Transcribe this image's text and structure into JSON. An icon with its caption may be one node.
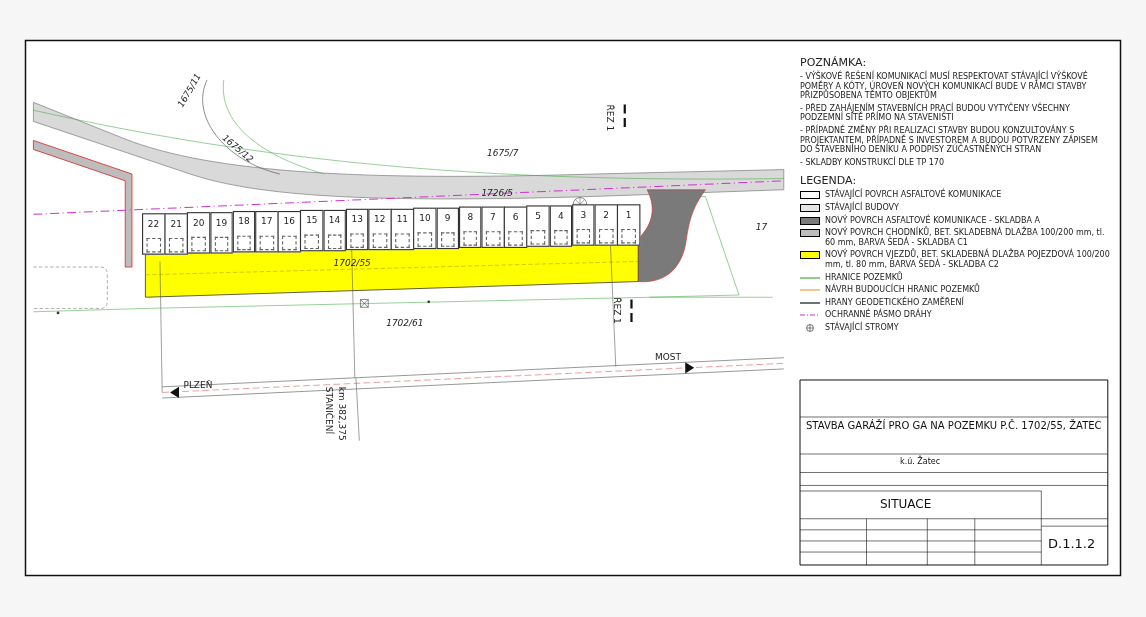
{
  "diagram": {
    "nodes": [
      {
        "text": [
          "22"
        ]
      },
      {
        "text": [
          "21"
        ]
      },
      {
        "text": [
          "20"
        ]
      },
      {
        "text": [
          "19"
        ]
      },
      {
        "text": [
          "18"
        ]
      },
      {
        "text": [
          "17"
        ]
      },
      {
        "text": [
          "16"
        ]
      },
      {
        "text": [
          "15"
        ]
      },
      {
        "text": [
          "14"
        ]
      },
      {
        "text": [
          "13"
        ]
      },
      {
        "text": [
          "12"
        ]
      },
      {
        "text": [
          "11"
        ]
      },
      {
        "text": [
          "10"
        ]
      },
      {
        "text": [
          "9"
        ]
      },
      {
        "text": [
          "8"
        ]
      },
      {
        "text": [
          "7"
        ]
      },
      {
        "text": [
          "6"
        ]
      },
      {
        "text": [
          "5"
        ]
      },
      {
        "text": [
          "4"
        ]
      },
      {
        "text": [
          "3"
        ]
      },
      {
        "text": [
          "2"
        ]
      },
      {
        "text": [
          "1"
        ]
      }
    ],
    "labels": [
      "1675/11",
      "ŘEZ 1",
      "1675/12",
      "1675/7",
      "1726/5",
      "17",
      "1702/55",
      "ŘEZ 1",
      "1702/61",
      "MOST",
      "PLZEŇ",
      "km 382,375",
      "STANIČENÍ",
      "POZNÁMKA:",
      "- VÝŠKOVÉ ŘEŠENÍ KOMUNIKACÍ MUSÍ RESPEKTOVAT STÁVAJÍCÍ VÝŠKOVÉ POMĚRY A KÓTY, ÚROVEŇ NOVÝCH KOMUNIKACÍ BUDE V RÁMCI STAVBY PŘIZPŮSOBENA TĚMTO OBJEKTŮM",
      "- PŘED ZAHÁJENÍM STAVEBNÍCH PRACÍ BUDOU VYTYČENY VŠECHNY PODZEMNÍ SÍTĚ PŘÍMO NA STAVENIŠTI",
      "- PŘÍPADNÉ ZMĚNY PŘI REALIZACI STAVBY BUDOU KONZULTOVÁNY S PROJEKTANTEM, PŘÍPADNĚ S INVESTOREM A BUDOU POTVRZENY ZÁPISEM DO STAVEBNÍHO DENÍKU A PODPISY ZÚČASTNĚNÝCH STRAN",
      "- SKLADBY KONSTRUKCÍ DLE TP 170",
      "LEGENDA:",
      "STAVBA GARÁŽÍ PRO GA NA POZEMKU P.Č. 1702/55, ŽATEC",
      "k.ú. Žatec",
      "SITUACE",
      "D.1.1.2"
    ],
    "legend": [
      {
        "text": "STÁVAJÍCÍ POVRCH ASFALTOVÉ KOMUNIKACE",
        "color": "#ffffff"
      },
      {
        "text": "STÁVAJÍCÍ BUDOVY",
        "color": "#e6e6e6"
      },
      {
        "text": "NOVÝ POVRCH ASFALTOVÉ KOMUNIKACE - SKLADBA A",
        "color": "#7a7a7a"
      },
      {
        "text": "NOVÝ POVRCH CHODNÍKŮ, BET. SKLADEBNÁ DLAŽBA 100/200 mm, tl. 60 mm, BARVA ŠEDÁ - SKLADBA C1",
        "color": "#bdbdbd"
      },
      {
        "text": "NOVÝ POVRCH VJEZDŮ, BET. SKLADEBNÁ DLAŽBA POJEZDOVÁ 100/200 mm, tl. 80 mm, BARVA ŠEDÁ - SKLADBA C2",
        "color": "#ffff00"
      },
      {
        "text": "HRANICE POZEMKŮ"
      },
      {
        "text": "NÁVRH BUDOUCÍCH HRANIC POZEMKŮ"
      },
      {
        "text": "HRANY GEODETICKÉHO ZAMĚŘENÍ"
      },
      {
        "text": "OCHRANNÉ PÁSMO DRÁHY"
      },
      {
        "text": "STÁVAJÍCÍ STROMY"
      }
    ]
  }
}
